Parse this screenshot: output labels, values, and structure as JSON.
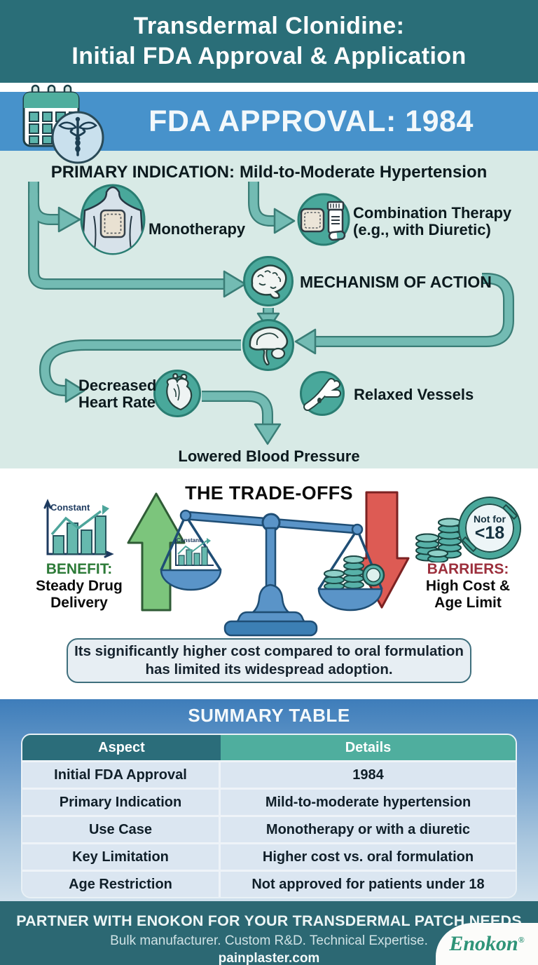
{
  "page_title": {
    "line1": "Transdermal Clonidine:",
    "line2": "Initial FDA Approval & Application"
  },
  "approval_banner": {
    "label": "FDA APPROVAL: 1984",
    "icons": [
      "calendar-icon",
      "caduceus-icon"
    ]
  },
  "flow": {
    "heading_bold": "PRIMARY INDICATION:",
    "heading_rest": "Mild-to-Moderate Hypertension",
    "nodes": {
      "monotherapy": {
        "label": "Monotherapy",
        "icon": "skin-patch-torso-icon"
      },
      "combination": {
        "label_line1": "Combination Therapy",
        "label_line2": "(e.g., with Diuretic)",
        "icon": "patch-and-pill-bottle-icon"
      },
      "mechanism": {
        "label": "MECHANISM OF ACTION",
        "icon": "brain-icon"
      },
      "brain_detail": {
        "icon": "brain-sagittal-icon"
      },
      "decreased_hr": {
        "label_line1": "Decreased",
        "label_line2": "Heart Rate",
        "icon": "heart-icon"
      },
      "relaxed_vessels": {
        "label": "Relaxed Vessels",
        "icon": "blood-vessel-icon"
      },
      "lowered_bp": {
        "label": "Lowered Blood Pressure"
      }
    }
  },
  "tradeoffs": {
    "title": "THE TRADE-OFFS",
    "benefit": {
      "heading": "BENEFIT:",
      "line1": "Steady Drug",
      "line2": "Delivery",
      "chart_label": "Constant",
      "heading_color": "#2c7a37"
    },
    "barriers": {
      "heading": "BARRIERS:",
      "line1": "High Cost &",
      "line2": "Age Limit",
      "heading_color": "#9c2f3c"
    },
    "age_badge": {
      "line1": "Not for",
      "line2": "<18"
    },
    "scale_chart_label": "Constant",
    "callout_line1": "Its significantly higher cost compared to oral formulation",
    "callout_line2": "has limited its widespread adoption.",
    "icons": [
      "bar-chart-icon",
      "up-arrow-icon",
      "balance-scale-icon",
      "down-arrow-icon",
      "coin-stacks-icon",
      "age-restriction-badge"
    ]
  },
  "summary": {
    "title": "SUMMARY TABLE",
    "headers": {
      "aspect": "Aspect",
      "details": "Details"
    },
    "rows": [
      {
        "aspect": "Initial FDA Approval",
        "details": "1984"
      },
      {
        "aspect": "Primary Indication",
        "details": "Mild-to-moderate hypertension"
      },
      {
        "aspect": "Use Case",
        "details": "Monotherapy or with a diuretic"
      },
      {
        "aspect": "Key Limitation",
        "details": "Higher cost vs. oral formulation"
      },
      {
        "aspect": "Age Restriction",
        "details": "Not approved for patients under 18"
      }
    ]
  },
  "footer": {
    "line1": "PARTNER WITH ENOKON FOR YOUR TRANSDERMAL PATCH NEEDS",
    "line2": "Bulk manufacturer. Custom R&D. Technical Expertise.",
    "website": "painplaster.com",
    "brand": "Enokon",
    "registered": "®"
  },
  "colors": {
    "header_teal": "#2a6e78",
    "banner_blue": "#4792cb",
    "flow_bg": "#d8eae6",
    "arrow_teal": "#73bbb3",
    "node_teal": "#49a89b",
    "green_arrow": "#7cc57c",
    "red_arrow": "#dd5b54",
    "scale_blue": "#5a94c8",
    "footer_teal": "#2c6873",
    "brand_green": "#2f9478",
    "benefit_green": "#2c7a37",
    "barriers_red": "#9c2f3c"
  }
}
